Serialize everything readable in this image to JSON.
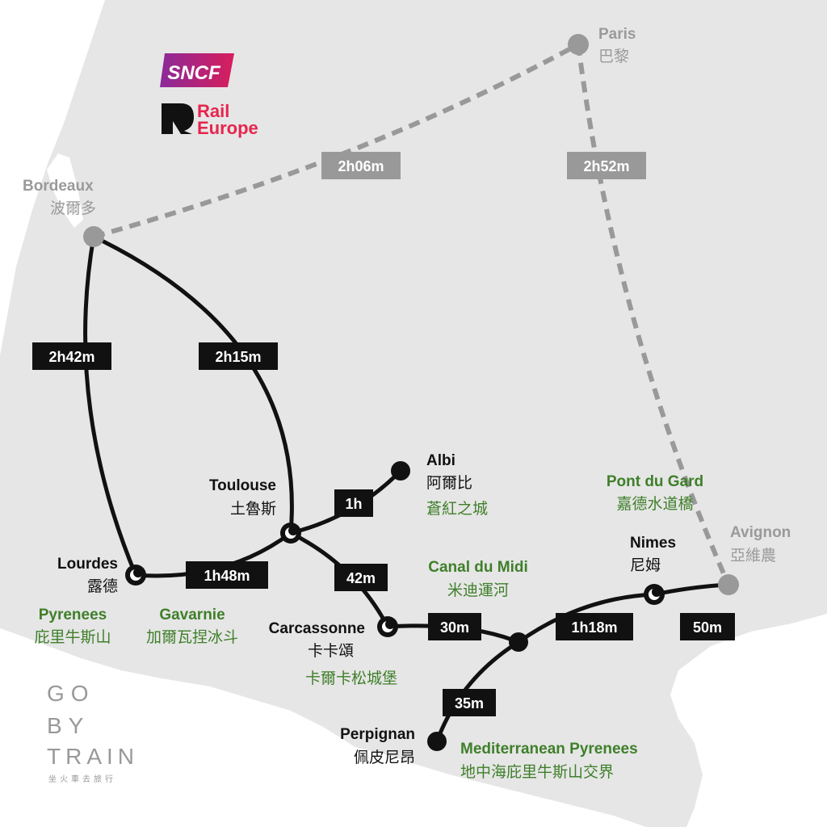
{
  "brands": {
    "sncf": "SNCF",
    "rail_europe_line1": "Rail",
    "rail_europe_line2": "Europe",
    "gobytrain_line1": "GO",
    "gobytrain_line2": "BY",
    "gobytrain_line3": "TRAIN",
    "gobytrain_sub": "坐火車去旅行"
  },
  "cities": {
    "paris": {
      "en": "Paris",
      "zh": "巴黎"
    },
    "bordeaux": {
      "en": "Bordeaux",
      "zh": "波爾多"
    },
    "toulouse": {
      "en": "Toulouse",
      "zh": "土魯斯"
    },
    "albi": {
      "en": "Albi",
      "zh": "阿爾比",
      "sight": "蒼紅之城"
    },
    "lourdes": {
      "en": "Lourdes",
      "zh": "露德"
    },
    "carcassonne": {
      "en": "Carcassonne",
      "zh": "卡卡頌",
      "sight": "卡爾卡松城堡"
    },
    "perpignan": {
      "en": "Perpignan",
      "zh": "佩皮尼昂"
    },
    "nimes": {
      "en": "Nimes",
      "zh": "尼姆"
    },
    "avignon": {
      "en": "Avignon",
      "zh": "亞維農"
    }
  },
  "regions": {
    "pyrenees": {
      "en": "Pyrenees",
      "zh": "庇里牛斯山"
    },
    "gavarnie": {
      "en": "Gavarnie",
      "zh": "加爾瓦捏冰斗"
    },
    "canal_du_midi": {
      "en": "Canal du Midi",
      "zh": "米迪運河"
    },
    "pont_du_gard": {
      "en": "Pont du Gard",
      "zh": "嘉德水道橋"
    },
    "mediterranean_pyrenees": {
      "en": "Mediterranean Pyrenees",
      "zh": "地中海庇里牛斯山交界"
    }
  },
  "durations": {
    "bordeaux_paris": "2h06m",
    "paris_avignon": "2h52m",
    "bordeaux_lourdes": "2h42m",
    "bordeaux_toulouse": "2h15m",
    "toulouse_albi": "1h",
    "toulouse_lourdes": "1h48m",
    "toulouse_carcassonne": "42m",
    "carcassonne_junction": "30m",
    "junction_nimes": "1h18m",
    "nimes_avignon": "50m",
    "junction_perpignan": "35m"
  },
  "colors": {
    "land": "#e6e6e6",
    "sea": "#ffffff",
    "rail": "#111111",
    "dashed_rail": "#999999",
    "sight_text": "#3f7f2a",
    "sncf_gradient_start": "#8a2a9a",
    "sncf_gradient_end": "#d81e5b",
    "rail_europe_red": "#e6254e"
  }
}
